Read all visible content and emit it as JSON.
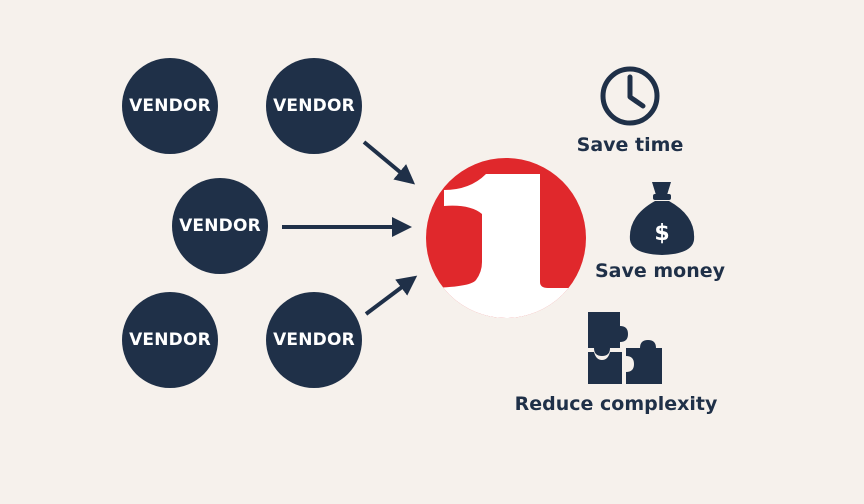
{
  "vendors": [
    {
      "label": "VENDOR"
    },
    {
      "label": "VENDOR"
    },
    {
      "label": "VENDOR"
    },
    {
      "label": "VENDOR"
    },
    {
      "label": "VENDOR"
    }
  ],
  "hub": {
    "glyph": "1",
    "icon": "number-one-logo"
  },
  "benefits": [
    {
      "label": "Save time",
      "icon": "clock-icon"
    },
    {
      "label": "Save money",
      "icon": "money-bag-icon"
    },
    {
      "label": "Reduce complexity",
      "icon": "puzzle-icon"
    }
  ],
  "colors": {
    "background": "#f6f1ec",
    "navy": "#1f3048",
    "red": "#e0282c",
    "white": "#ffffff"
  }
}
